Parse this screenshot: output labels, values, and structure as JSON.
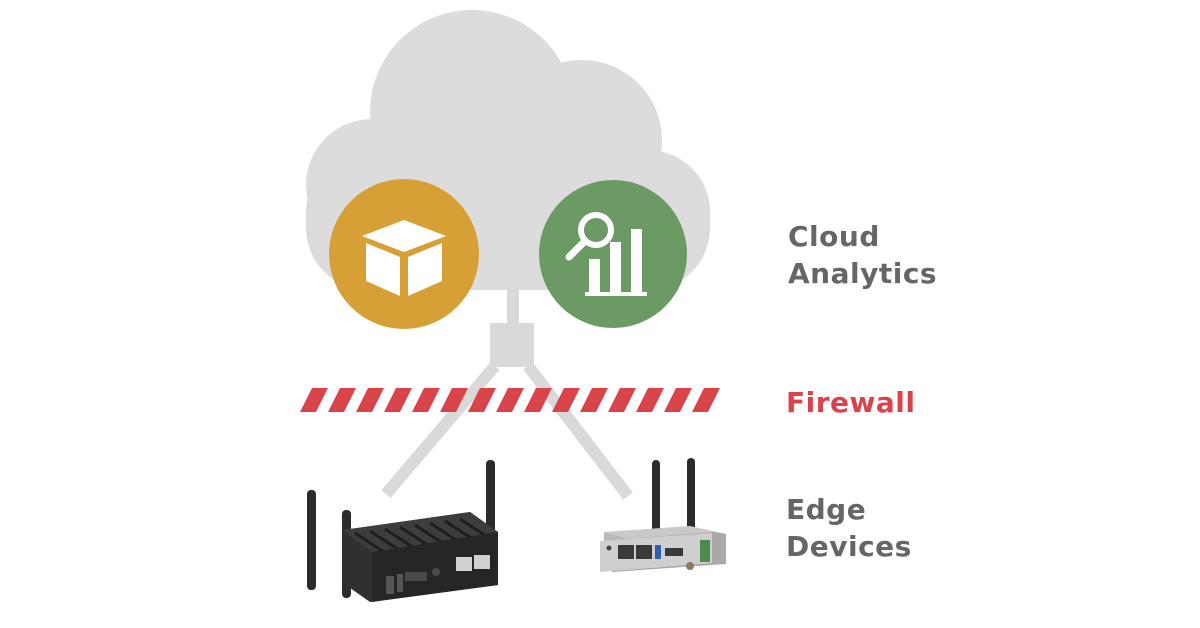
{
  "colors": {
    "cloud": "#dcdcdc",
    "connector": "#d9d9d9",
    "storage_circle": "#d7a036",
    "analytics_circle": "#6c9a64",
    "firewall_stripe": "#d9444b",
    "label_gray": "#666666",
    "firewall_label": "#d9444b"
  },
  "icons": {
    "storage": "cube-icon",
    "analytics": "search-bar-chart-icon"
  },
  "labels": {
    "cloud": [
      "Cloud",
      "Analytics"
    ],
    "firewall": "Firewall",
    "edge": [
      "Edge",
      "Devices"
    ]
  }
}
